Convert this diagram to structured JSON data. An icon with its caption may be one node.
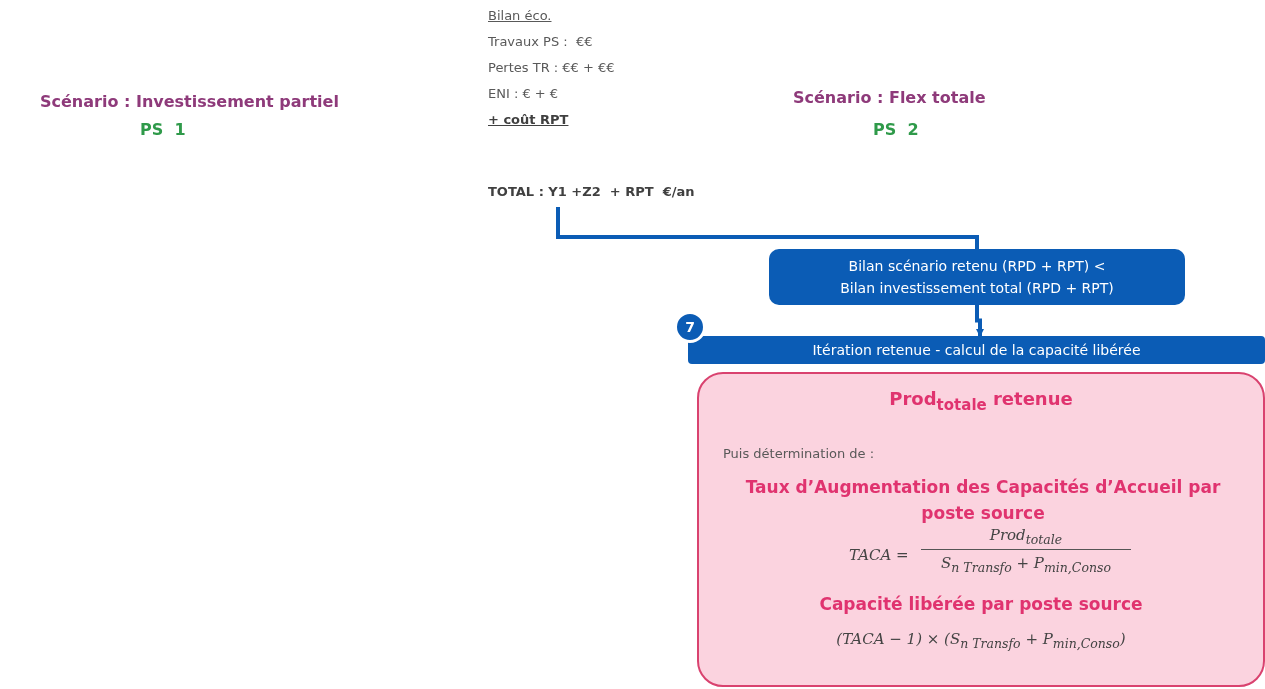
{
  "diagram": {
    "nodes": [
      {
        "text": [
          "Bilan éco.",
          "Travaux PS :  €€",
          "Pertes TR : €€ + €€",
          "ENI : € + €",
          "+ coût RPT",
          "TOTAL : Y1 +Z2  + RPT  €/an"
        ]
      },
      {
        "text": [
          "Bilan scénario retenu (RPD + RPT) < Bilan investissement total (RPD + RPT)"
        ]
      },
      {
        "text": [
          "Itération retenue - calcul de la capacité libérée"
        ],
        "beside": [
          "7"
        ]
      },
      {
        "text": [
          "**Prod**$_{totale}$ retenue",
          "Puis détermination de :",
          "Taux d’Augmentation des Capacités d’Accueil par poste source",
          "TACA =",
          "Prod$_{totale}$",
          "S$_{n Transfo}$ + P$_{min,Conso}$",
          "Capacité libérée par poste source",
          "(TACA − 1) × (S$_{n Transfo}$ + P$_{min,Conso}$)"
        ]
      }
    ],
    "edges": [
      {
        "from": 0,
        "to": 1,
        "arrow": "none"
      },
      {
        "from": 1,
        "to": 2,
        "arrow": "to"
      }
    ],
    "labels": [
      "Scénario : Investissement partiel",
      "PS  1",
      "Scénario : Flex totale",
      "PS  2"
    ]
  }
}
